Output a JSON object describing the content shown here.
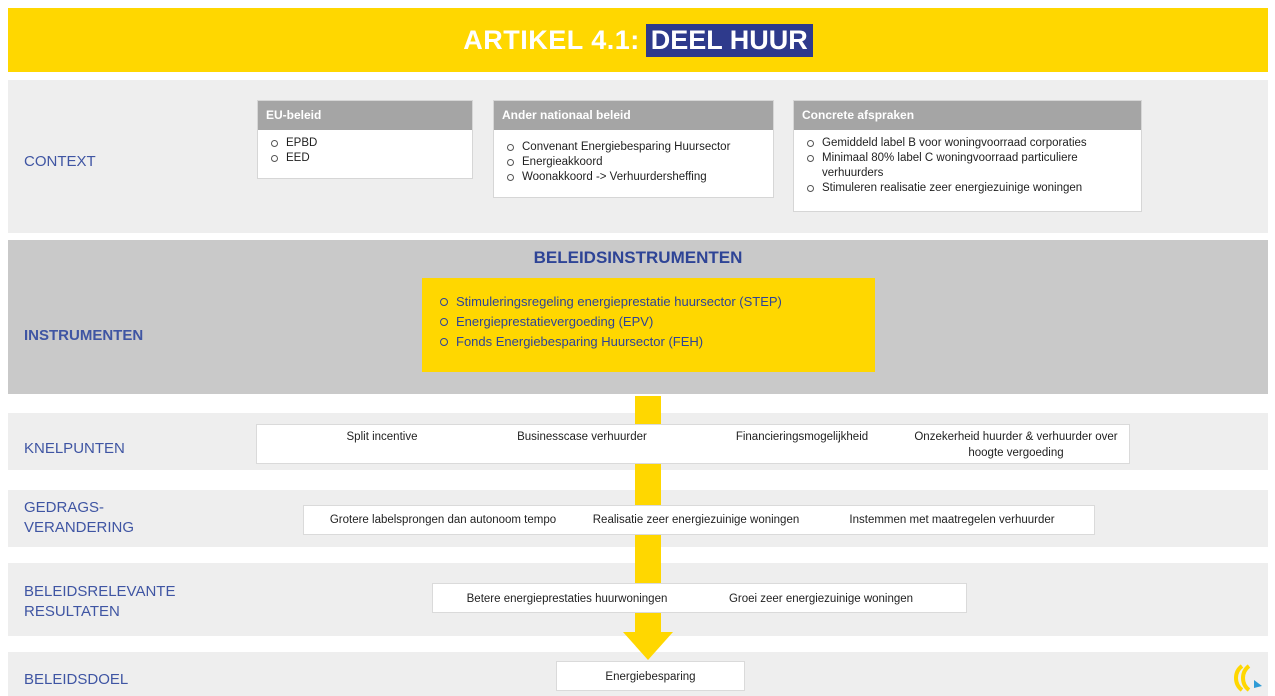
{
  "title": {
    "prefix": "ARTIKEL 4.1:",
    "highlight": "DEEL HUUR"
  },
  "rows": {
    "context": "CONTEXT",
    "instrumenten": "INSTRUMENTEN",
    "knelpunten": "KNELPUNTEN",
    "gedrag_line1": "GEDRAGS-",
    "gedrag_line2": "VERANDERING",
    "resultaten_line1": "BELEIDSRELEVANTE",
    "resultaten_line2": "RESULTATEN",
    "beleidsdoel": "BELEIDSDOEL"
  },
  "context_boxes": [
    {
      "header": "EU-beleid",
      "items": [
        "EPBD",
        "EED"
      ]
    },
    {
      "header": "Ander nationaal beleid",
      "items": [
        "Convenant Energiebesparing Huursector",
        "Energieakkoord",
        "Woonakkoord -> Verhuurdersheffing"
      ]
    },
    {
      "header": "Concrete afspraken",
      "items": [
        "Gemiddeld label B voor woningvoorraad corporaties",
        "Minimaal 80% label C woningvoorraad particuliere verhuurders",
        "Stimuleren realisatie zeer energiezuinige woningen"
      ]
    }
  ],
  "beleidsinstrumenten": {
    "title": "BELEIDSINSTRUMENTEN",
    "items": [
      "Stimuleringsregeling energieprestatie huursector (STEP)",
      "Energieprestatievergoeding (EPV)",
      "Fonds Energiebesparing Huursector (FEH)"
    ]
  },
  "knelpunten": {
    "items": [
      "Split incentive",
      "Businesscase verhuurder",
      "Financieringsmogelijkheid",
      "Onzekerheid huurder & verhuurder over hoogte vergoeding"
    ]
  },
  "gedragsverandering": {
    "items": [
      "Grotere labelsprongen dan autonoom tempo",
      "Realisatie zeer energiezuinige woningen",
      "Instemmen met maatregelen verhuurder"
    ]
  },
  "resultaten": {
    "items": [
      "Betere energieprestaties huurwoningen",
      "Groei zeer energiezuinige woningen"
    ]
  },
  "beleidsdoel": {
    "items": [
      "Energiebesparing"
    ]
  },
  "colors": {
    "yellow": "#FFD700",
    "navy": "#2E3A8C",
    "label_blue": "#3F55A3",
    "band_light": "#EEEEEE",
    "band_dark": "#C9C9C9"
  }
}
